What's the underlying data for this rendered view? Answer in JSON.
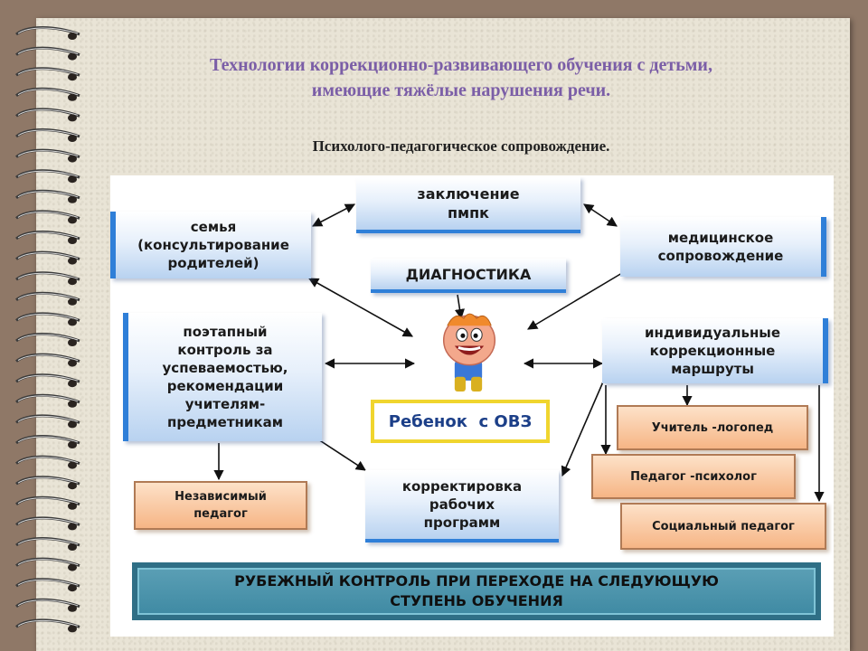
{
  "title_line1": "Технологии коррекционно-развивающего обучения с детьми,",
  "title_line2": "имеющие тяжёлые нарушения речи.",
  "subtitle": "Психолого-педагогическое сопровождение.",
  "nodes": {
    "pmpk": "заключение\nпмпк",
    "family": "семья\n(консультирование\nродителей)",
    "medical": "медицинское\nсопровождение",
    "diagnostics": "ДИАГНОСТИКА",
    "control": "поэтапный\nконтроль за\nуспеваемостью,\nрекомендации\nучителям-\nпредметникам",
    "routes": "индивидуальные\nкоррекционные\nмаршруты",
    "child": "Ребенок  с ОВЗ",
    "speech": "Учитель -логопед",
    "psych": "Педагог -психолог",
    "social": "Социальный педагог",
    "independent": "Независимый\nпедагог",
    "correction": "корректировка\nрабочих\nпрограмм",
    "final": "РУБЕЖНЫЙ КОНТРОЛЬ  ПРИ ПЕРЕХОДЕ НА СЛЕДУЮЩУЮ\nСТУПЕНЬ ОБУЧЕНИЯ"
  },
  "colors": {
    "title": "#7b5ea7",
    "blue_accent": "#2f7fd8",
    "orange": "#f6b585",
    "ovz_border": "#f0d52e",
    "bottom_bar": "#3f8aa3"
  }
}
